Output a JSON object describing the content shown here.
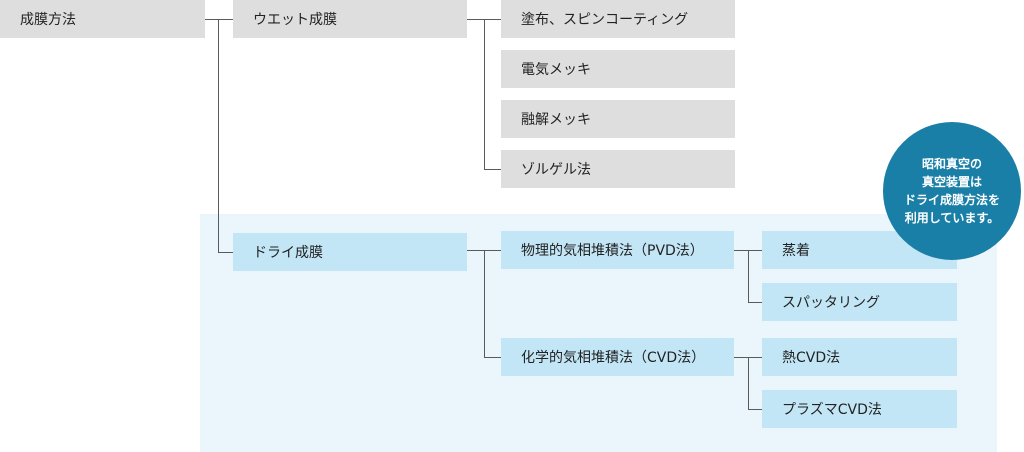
{
  "root": {
    "label": "成膜方法"
  },
  "wet": {
    "label": "ウエット成膜",
    "children": [
      "塗布、スピンコーティング",
      "電気メッキ",
      "融解メッキ",
      "ゾルゲル法"
    ]
  },
  "dry": {
    "label": "ドライ成膜",
    "pvd": {
      "label": "物理的気相堆積法（PVD法）",
      "children": [
        "蒸着",
        "スパッタリング"
      ]
    },
    "cvd": {
      "label": "化学的気相堆積法（CVD法）",
      "children": [
        "熱CVD法",
        "プラズマCVD法"
      ]
    }
  },
  "callout": {
    "lines": [
      "昭和真空の",
      "真空装置は",
      "ドライ成膜方法を",
      "利用しています。"
    ]
  },
  "colors": {
    "gray_box": "#dedede",
    "blue_box": "#c3e6f7",
    "dry_region": "#eaf5fc",
    "callout_bg": "#1a7fa7",
    "connector": "#5a5a5a"
  }
}
